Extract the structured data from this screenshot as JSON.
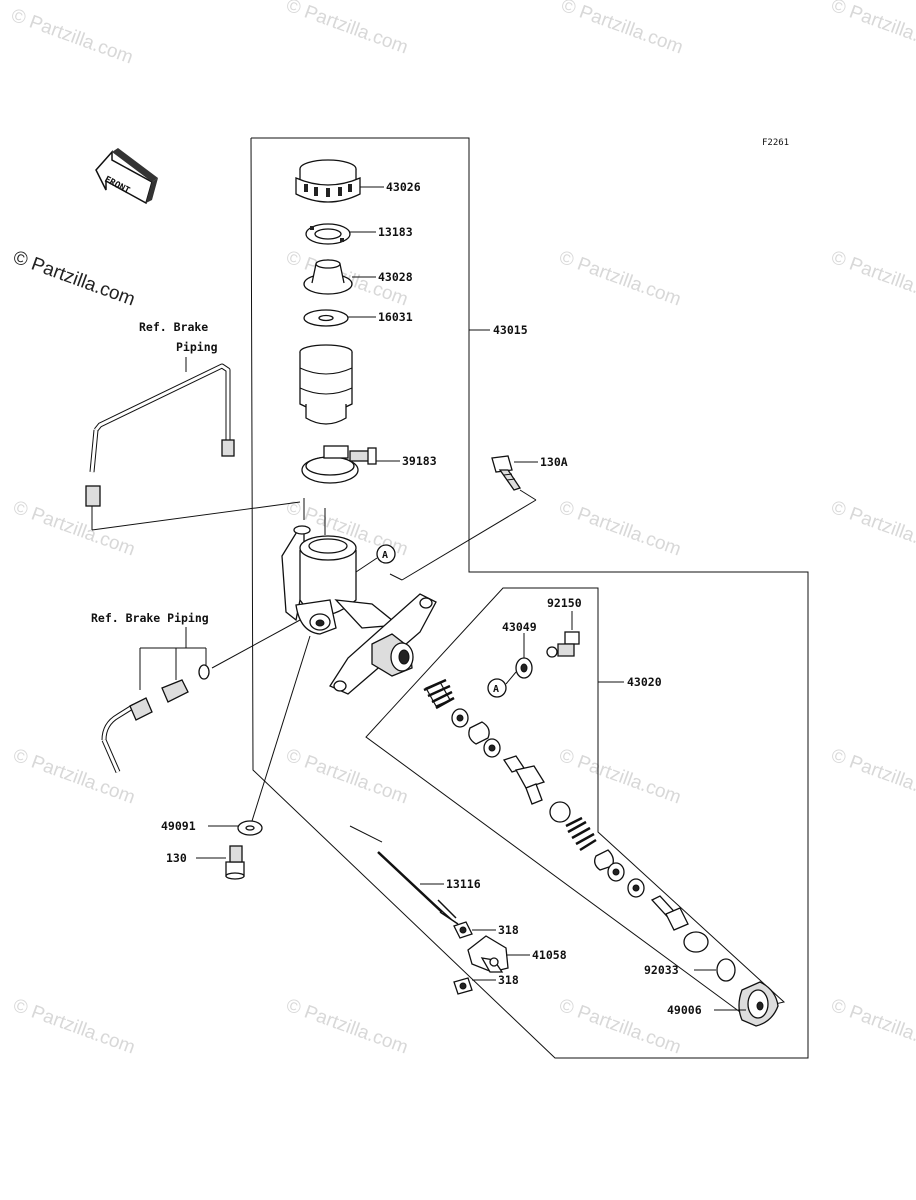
{
  "figure_code": "F2261",
  "front_label": "FRONT",
  "ref_labels": {
    "upper": [
      "Ref. Brake",
      "Piping"
    ],
    "lower": "Ref. Brake Piping"
  },
  "circle_marker": "A",
  "watermark": "© Partzilla.com",
  "parts": {
    "p43026": "43026",
    "p13183": "13183",
    "p43028": "43028",
    "p16031": "16031",
    "p43015": "43015",
    "p39183": "39183",
    "p130A": "130A",
    "p92150": "92150",
    "p43049": "43049",
    "p43020": "43020",
    "p49091": "49091",
    "p130": "130",
    "p13116": "13116",
    "p318a": "318",
    "p41058": "41058",
    "p318b": "318",
    "p92033": "92033",
    "p49006": "49006"
  }
}
